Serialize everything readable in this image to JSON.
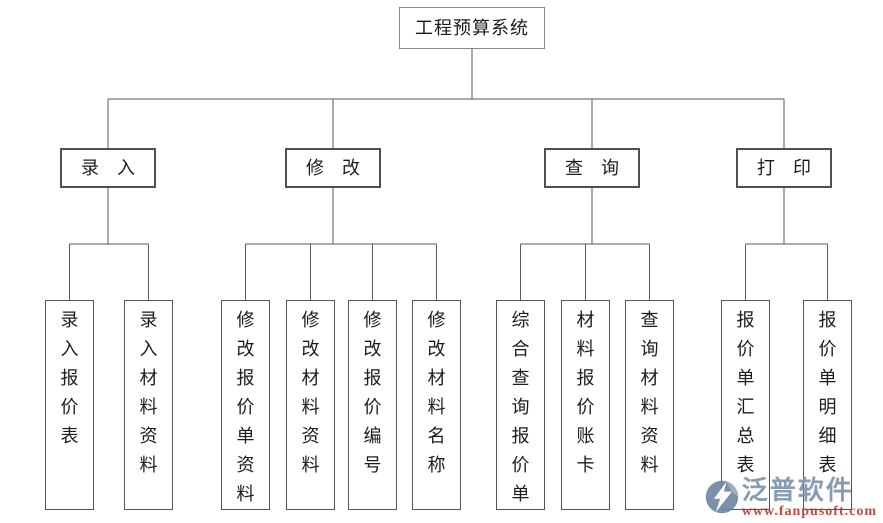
{
  "diagram": {
    "title": "工程预算系统",
    "root": "工程预算系统",
    "level2": [
      "录　入",
      "修　改",
      "查　询",
      "打　印"
    ],
    "leaves": [
      "录入报价表",
      "录入材料资料",
      "修改报价单资料",
      "修改材料资料",
      "修改报价编号",
      "修改材料名称",
      "综合查询报价单",
      "材料报价账卡",
      "查询材料资料",
      "报价单汇总表",
      "报价单明细表"
    ]
  },
  "watermark": {
    "brand": "泛普软件",
    "url": "www.fanpusoft.com"
  },
  "colors": {
    "connector_line": "#595959",
    "box_border_dark": "#4f4f4f",
    "box_border_light": "#8a8a8a",
    "watermark_brand": "#8095ab",
    "watermark_url": "#bf3a32"
  }
}
